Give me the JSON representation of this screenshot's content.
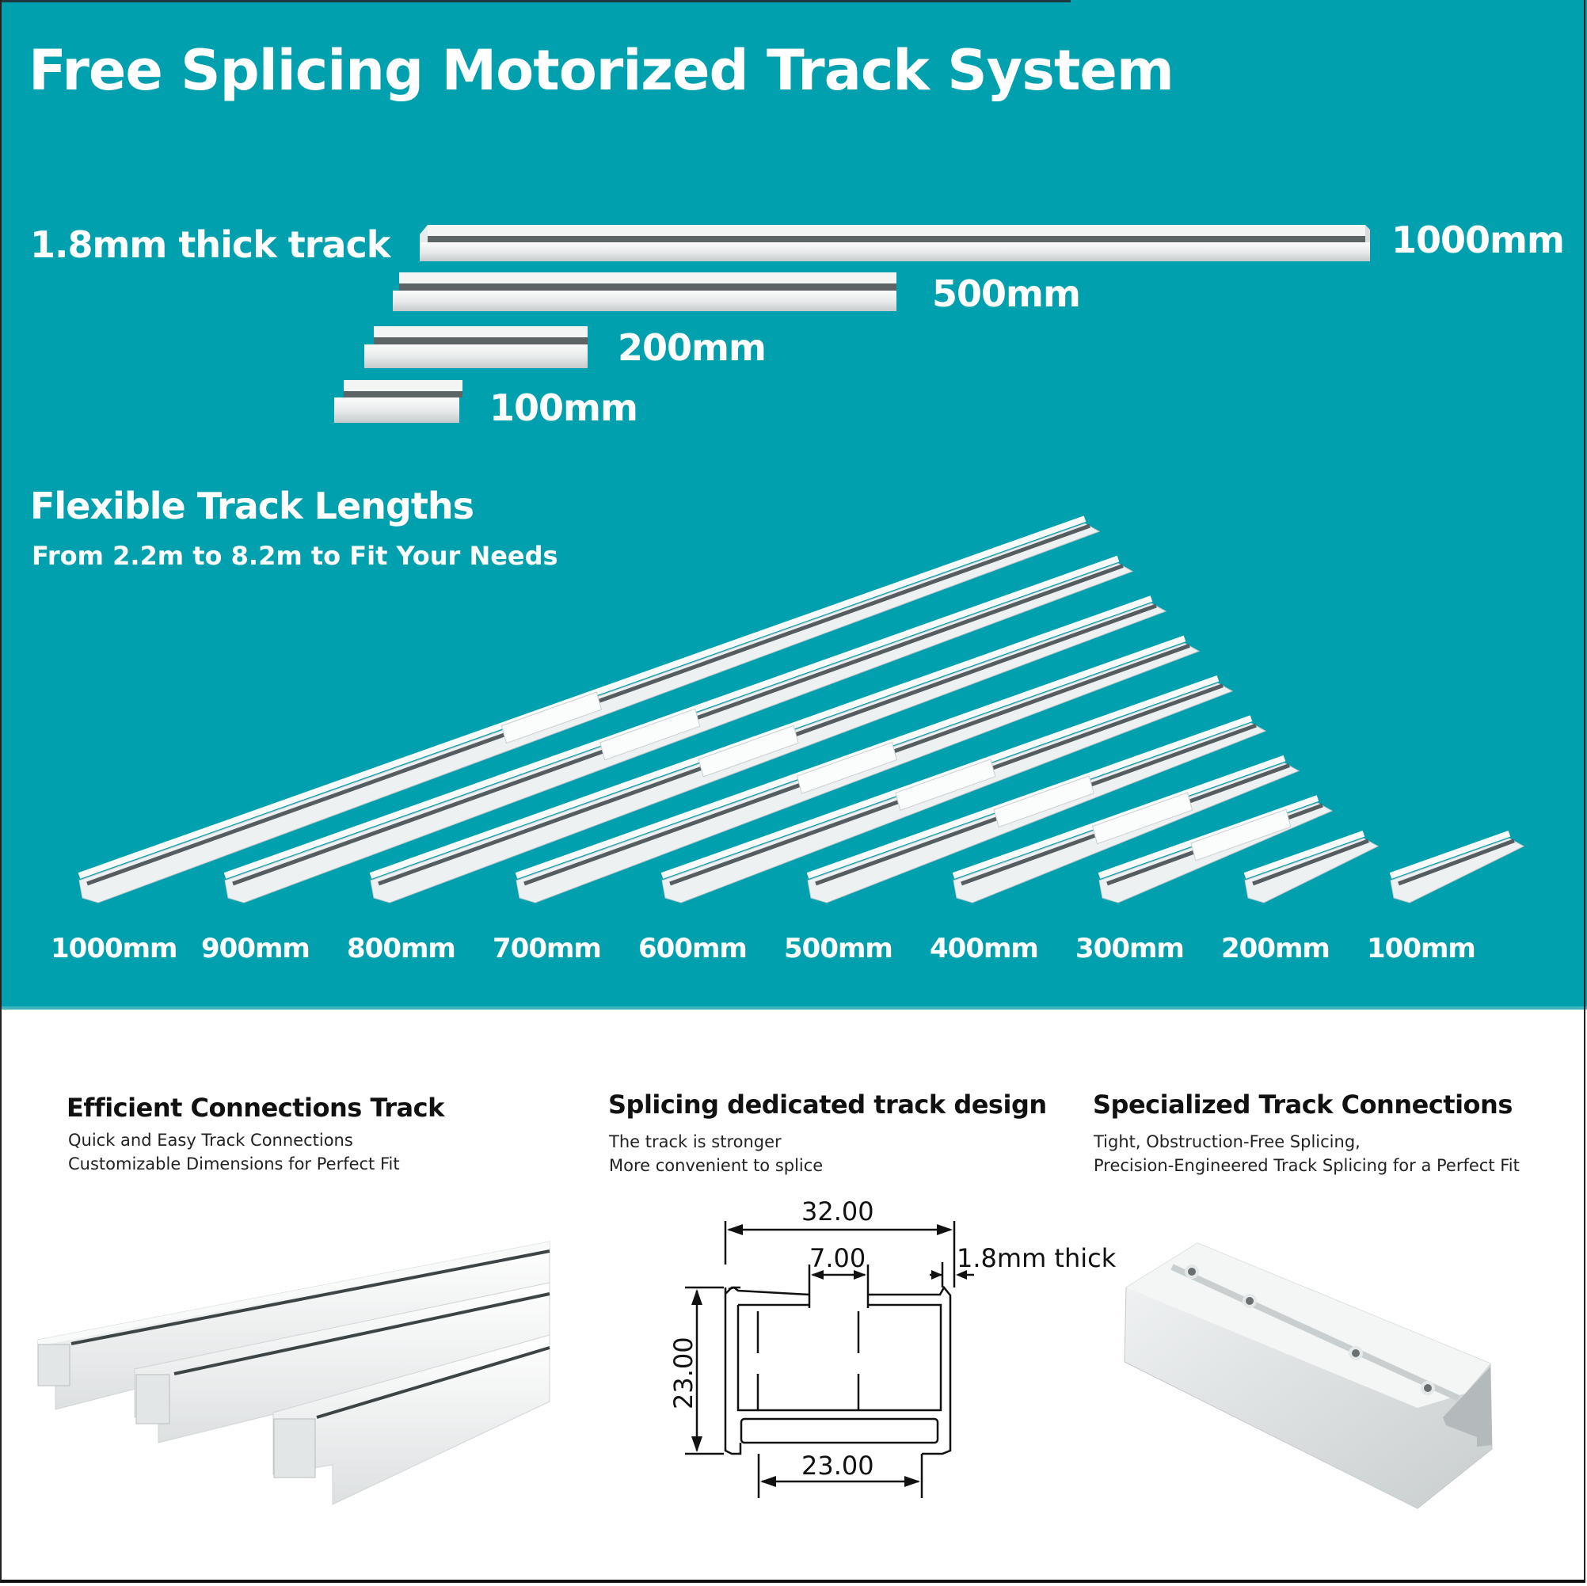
{
  "header": {
    "title": "Free Splicing Motorized Track System"
  },
  "thickness_section": {
    "label": "1.8mm thick track",
    "tracks": [
      {
        "length_label": "1000mm"
      },
      {
        "length_label": "500mm"
      },
      {
        "length_label": "200mm"
      },
      {
        "length_label": "100mm"
      }
    ]
  },
  "flexible_section": {
    "title": "Flexible Track Lengths",
    "subtitle": "From 2.2m to 8.2m to Fit Your Needs",
    "segments": [
      {
        "length_label": "1000mm"
      },
      {
        "length_label": "900mm"
      },
      {
        "length_label": "800mm"
      },
      {
        "length_label": "700mm"
      },
      {
        "length_label": "600mm"
      },
      {
        "length_label": "500mm"
      },
      {
        "length_label": "400mm"
      },
      {
        "length_label": "300mm"
      },
      {
        "length_label": "200mm"
      },
      {
        "length_label": "100mm"
      }
    ]
  },
  "features": [
    {
      "title": "Efficient Connections Track",
      "lines": [
        "Quick and Easy Track Connections",
        "Customizable Dimensions for Perfect Fit"
      ]
    },
    {
      "title": "Splicing dedicated track design",
      "lines": [
        "The track is stronger",
        "More convenient to splice"
      ]
    },
    {
      "title": "Specialized Track Connections",
      "lines": [
        "Tight, Obstruction-Free Splicing,",
        "Precision-Engineered Track Splicing for a Perfect Fit"
      ]
    }
  ],
  "cross_section": {
    "overall_width": "32.00",
    "slot_width": "7.00",
    "wall_thickness": "1.8mm thick",
    "height": "23.00",
    "bottom_width": "23.00"
  },
  "colors": {
    "teal_background": "#00A0AE",
    "track_white": "#f2f4f4",
    "track_shadow": "#b9bfc1"
  }
}
